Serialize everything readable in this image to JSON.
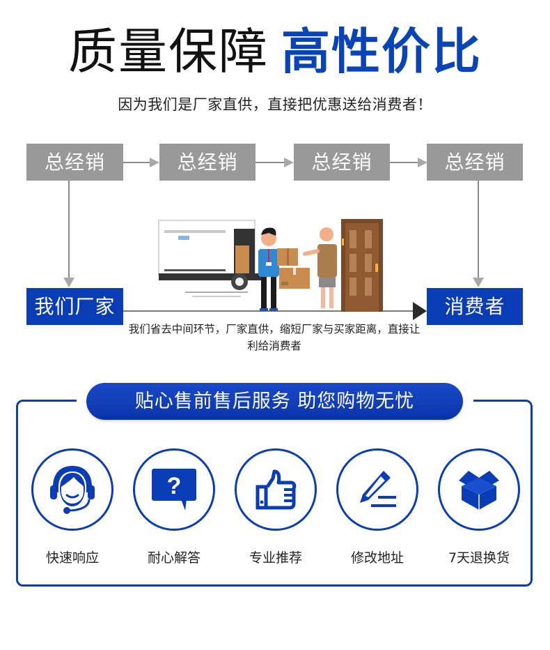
{
  "header": {
    "title_dark": "质量保障",
    "title_blue": "高性价比",
    "subtitle": "因为我们是厂家直供，直接把优惠送给消费者！"
  },
  "flow": {
    "distributors": [
      "总经销",
      "总经销",
      "总经销",
      "总经销"
    ],
    "factory_label": "我们厂家",
    "consumer_label": "消费者",
    "caption": "我们省去中间环节，厂家直供，缩短厂家与买家距离，直接让利给消费者",
    "illustration": "delivery-man-handing-box-to-customer"
  },
  "services": {
    "title": "贴心售前售后服务 助您购物无忧",
    "items": [
      {
        "label": "快速响应",
        "icon": "headset-agent-icon"
      },
      {
        "label": "耐心解答",
        "icon": "question-bubble-icon"
      },
      {
        "label": "专业推荐",
        "icon": "thumbs-up-icon"
      },
      {
        "label": "修改地址",
        "icon": "pencil-edit-icon"
      },
      {
        "label": "7天退换货",
        "icon": "open-box-icon"
      }
    ]
  },
  "colors": {
    "brand_blue": "#0a3db5",
    "gray_box": "#999999",
    "text_dark": "#222222"
  }
}
